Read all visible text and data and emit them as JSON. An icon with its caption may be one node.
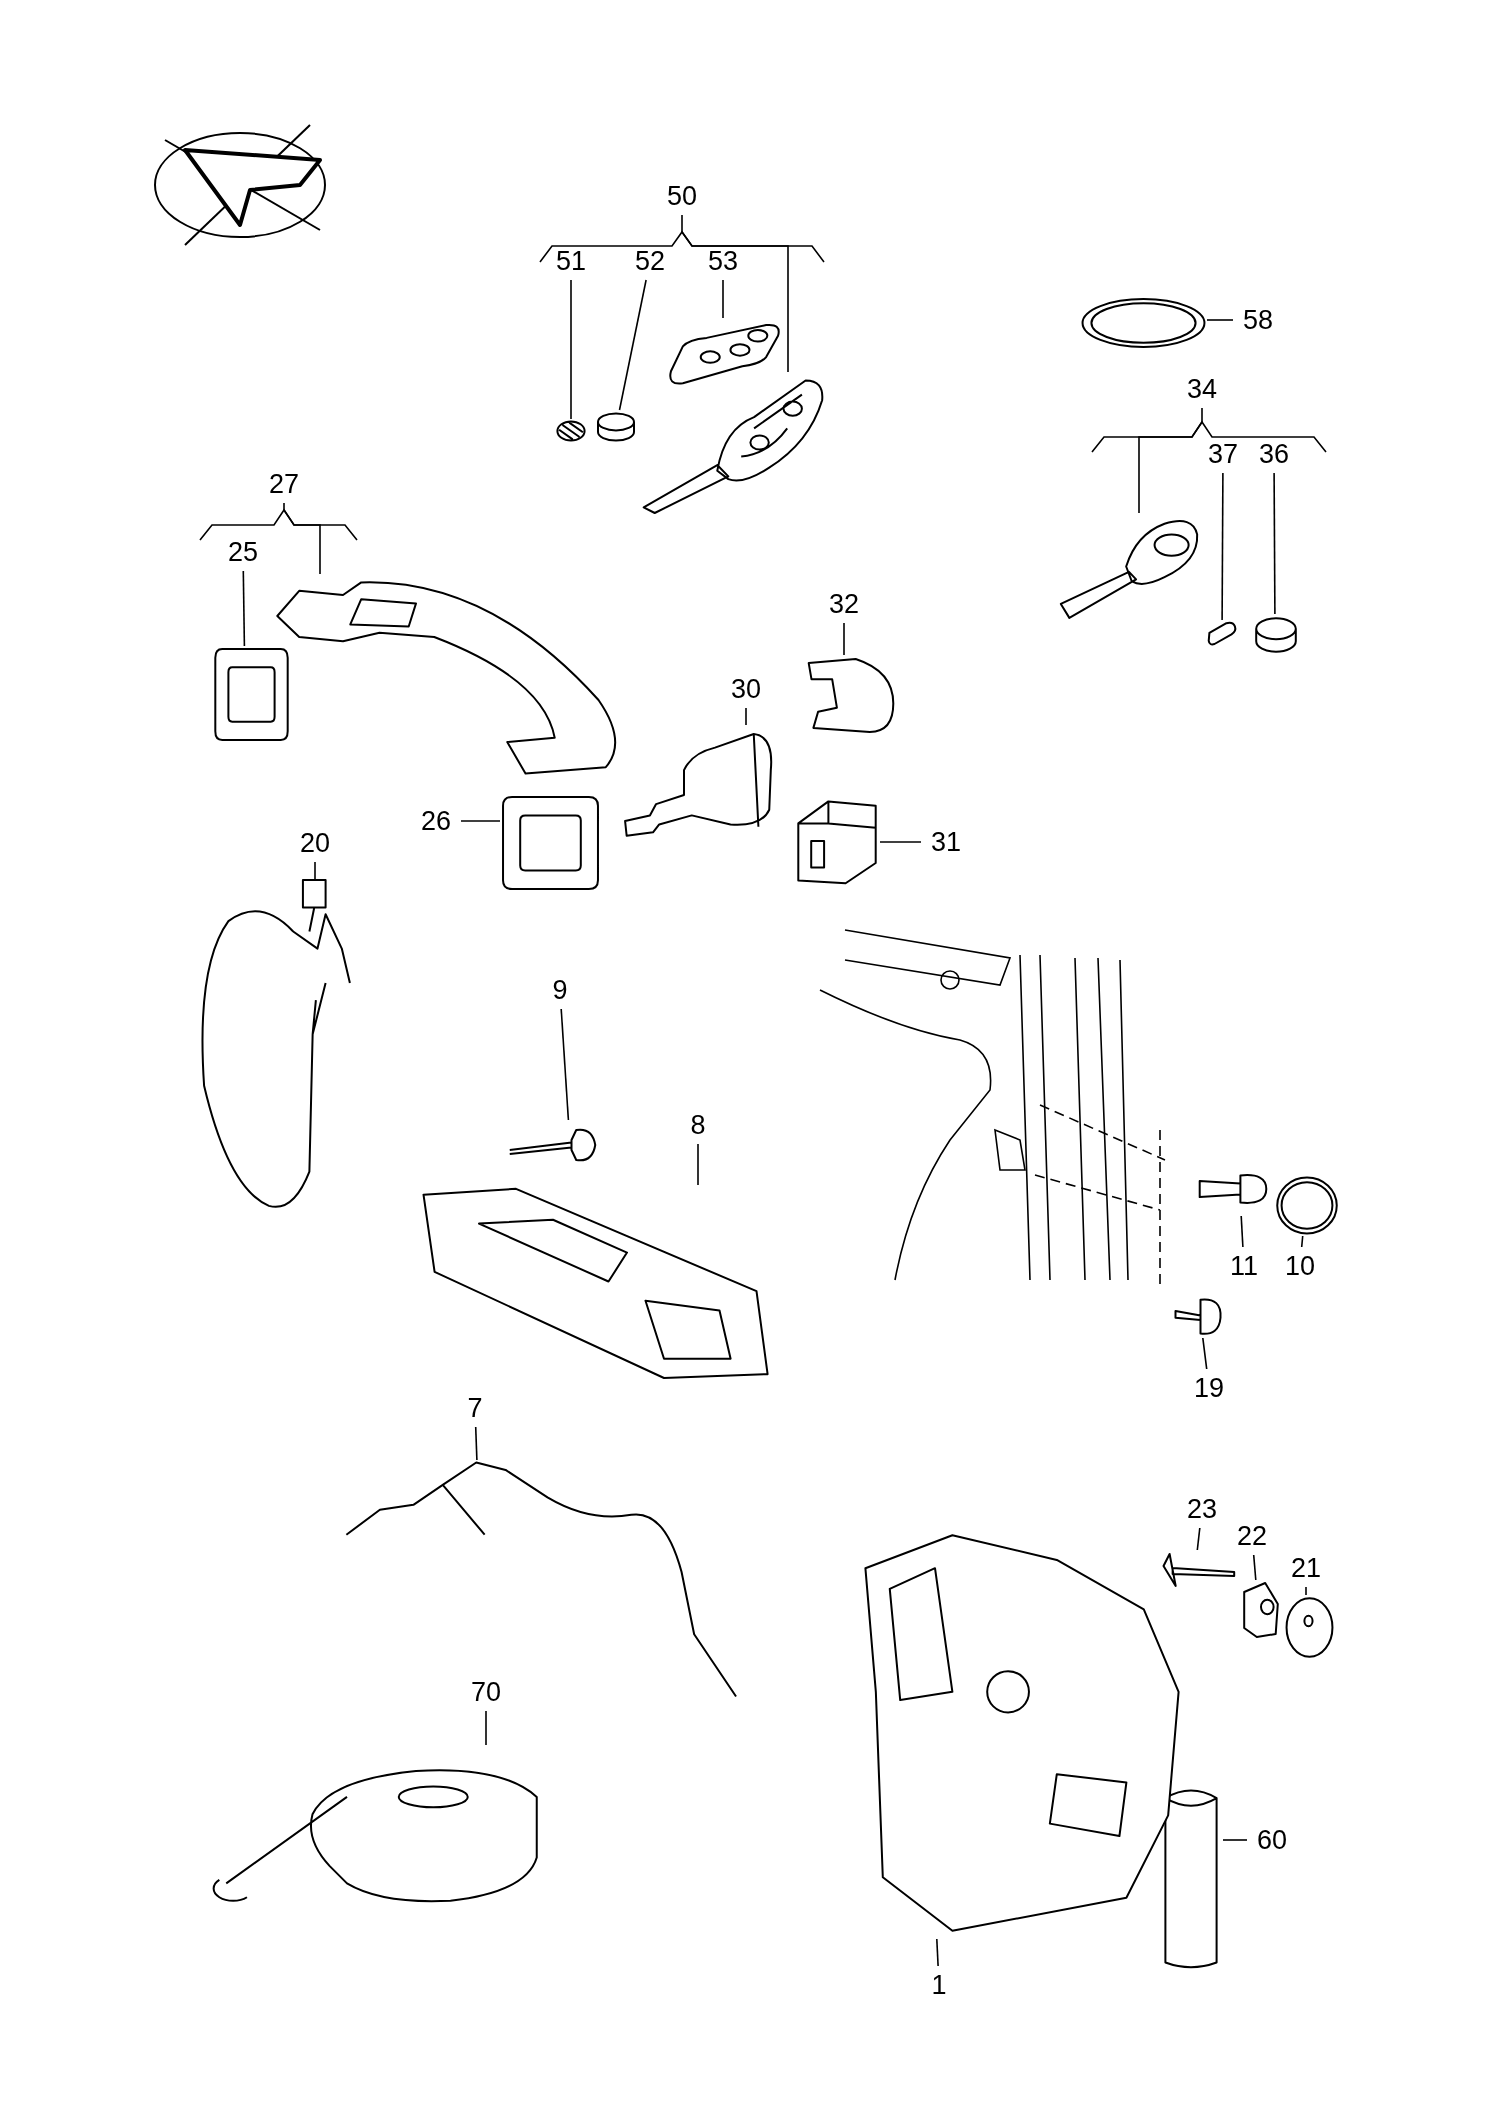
{
  "diagram": {
    "nodes": [
      {
        "text": [
          "50"
        ]
      },
      {
        "text": [],
        "shape": "picture"
      },
      {
        "text": [
          "51"
        ]
      },
      {
        "text": [],
        "shape": "picture"
      },
      {
        "text": [
          "52"
        ]
      },
      {
        "text": [],
        "shape": "picture"
      },
      {
        "text": [
          "53"
        ]
      },
      {
        "text": [],
        "shape": "picture"
      },
      {
        "text": [
          "58"
        ]
      },
      {
        "text": [],
        "shape": "circle"
      },
      {
        "text": [
          "34"
        ]
      },
      {
        "text": [],
        "shape": "picture"
      },
      {
        "text": [
          "37"
        ]
      },
      {
        "text": [],
        "shape": "picture"
      },
      {
        "text": [
          "36"
        ]
      },
      {
        "text": [],
        "shape": "picture"
      },
      {
        "text": [
          "27"
        ]
      },
      {
        "text": [],
        "shape": "picture"
      },
      {
        "text": [
          "25"
        ]
      },
      {
        "text": [],
        "shape": "box"
      },
      {
        "text": [
          "32"
        ]
      },
      {
        "text": [],
        "shape": "picture"
      },
      {
        "text": [
          "30"
        ]
      },
      {
        "text": [],
        "shape": "picture"
      },
      {
        "text": [
          "26"
        ]
      },
      {
        "text": [],
        "shape": "box"
      },
      {
        "text": [
          "31"
        ]
      },
      {
        "text": [],
        "shape": "picture"
      },
      {
        "text": [
          "20"
        ]
      },
      {
        "text": [],
        "shape": "picture"
      },
      {
        "text": [
          "9"
        ]
      },
      {
        "text": [],
        "shape": "picture"
      },
      {
        "text": [
          "8"
        ]
      },
      {
        "text": [],
        "shape": "picture"
      },
      {
        "text": [
          "11"
        ]
      },
      {
        "text": [],
        "shape": "picture"
      },
      {
        "text": [
          "10"
        ]
      },
      {
        "text": [],
        "shape": "circle"
      },
      {
        "text": [
          "19"
        ]
      },
      {
        "text": [],
        "shape": "picture"
      },
      {
        "text": [
          "7"
        ]
      },
      {
        "text": [],
        "shape": "picture"
      },
      {
        "text": [
          "23"
        ]
      },
      {
        "text": [],
        "shape": "picture"
      },
      {
        "text": [
          "22"
        ]
      },
      {
        "text": [],
        "shape": "picture"
      },
      {
        "text": [
          "21"
        ]
      },
      {
        "text": [],
        "shape": "picture"
      },
      {
        "text": [
          "70"
        ]
      },
      {
        "text": [],
        "shape": "picture"
      },
      {
        "text": [
          "60"
        ]
      },
      {
        "text": [],
        "shape": "picture"
      },
      {
        "text": [
          "1"
        ]
      },
      {
        "text": [],
        "shape": "picture"
      }
    ],
    "edges": [
      {
        "from": 0,
        "to": 1,
        "arrow": "none"
      },
      {
        "from": 2,
        "to": 3,
        "arrow": "none"
      },
      {
        "from": 4,
        "to": 5,
        "arrow": "none"
      },
      {
        "from": 6,
        "to": 7,
        "arrow": "none"
      },
      {
        "from": 8,
        "to": 9,
        "arrow": "none"
      },
      {
        "from": 10,
        "to": 11,
        "arrow": "none"
      },
      {
        "from": 12,
        "to": 13,
        "arrow": "none"
      },
      {
        "from": 14,
        "to": 15,
        "arrow": "none"
      },
      {
        "from": 16,
        "to": 17,
        "arrow": "none"
      },
      {
        "from": 18,
        "to": 19,
        "arrow": "none"
      },
      {
        "from": 20,
        "to": 21,
        "arrow": "none"
      },
      {
        "from": 22,
        "to": 23,
        "arrow": "none"
      },
      {
        "from": 24,
        "to": 25,
        "arrow": "none"
      },
      {
        "from": 26,
        "to": 27,
        "arrow": "none"
      },
      {
        "from": 28,
        "to": 29,
        "arrow": "none"
      },
      {
        "from": 30,
        "to": 31,
        "arrow": "none"
      },
      {
        "from": 32,
        "to": 33,
        "arrow": "none"
      },
      {
        "from": 34,
        "to": 35,
        "arrow": "none"
      },
      {
        "from": 36,
        "to": 37,
        "arrow": "none"
      },
      {
        "from": 38,
        "to": 39,
        "arrow": "none"
      },
      {
        "from": 40,
        "to": 41,
        "arrow": "none"
      },
      {
        "from": 42,
        "to": 43,
        "arrow": "none"
      },
      {
        "from": 44,
        "to": 45,
        "arrow": "none"
      },
      {
        "from": 46,
        "to": 47,
        "arrow": "none"
      },
      {
        "from": 48,
        "to": 49,
        "arrow": "none"
      },
      {
        "from": 50,
        "to": 51,
        "arrow": "none"
      },
      {
        "from": 52,
        "to": 53,
        "arrow": "none"
      }
    ]
  }
}
